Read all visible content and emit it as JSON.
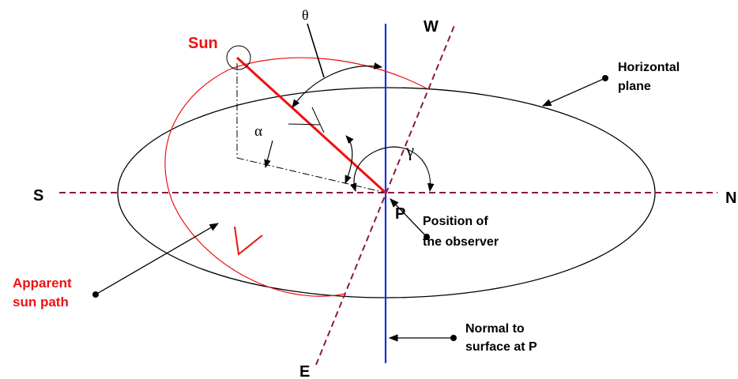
{
  "colors": {
    "sun": "#ee1111",
    "normal": "#1133dd",
    "axis": "#8b1a3a",
    "outline": "#000000"
  },
  "labels": {
    "sun": "Sun",
    "theta": "θ",
    "alpha": "α",
    "gamma": "γ",
    "south": "S",
    "north": "N",
    "west": "W",
    "east": "E",
    "point": "P",
    "horizontal_plane": [
      "Horizontal",
      "plane"
    ],
    "observer": [
      "Position of",
      "the observer"
    ],
    "sun_path": [
      "Apparent",
      "sun path"
    ],
    "normal": [
      "Normal to",
      "surface at P"
    ]
  }
}
